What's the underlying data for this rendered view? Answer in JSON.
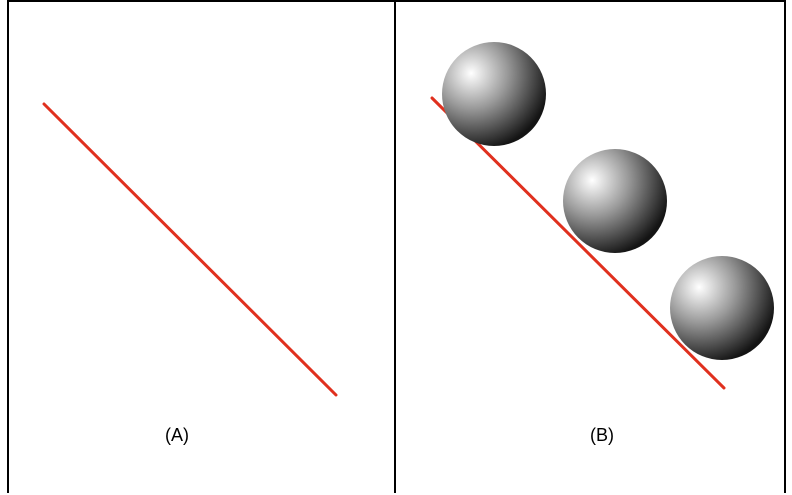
{
  "figure": {
    "panels": [
      {
        "id": "A",
        "label": "(A)",
        "line_color": "#e0301e",
        "sphere_count": 0
      },
      {
        "id": "B",
        "label": "(B)",
        "line_color": "#e0301e",
        "sphere_count": 3,
        "sphere_colors": {
          "highlight": "#ffffff",
          "mid": "#9a9a9a",
          "shadow": "#141414"
        }
      }
    ]
  }
}
